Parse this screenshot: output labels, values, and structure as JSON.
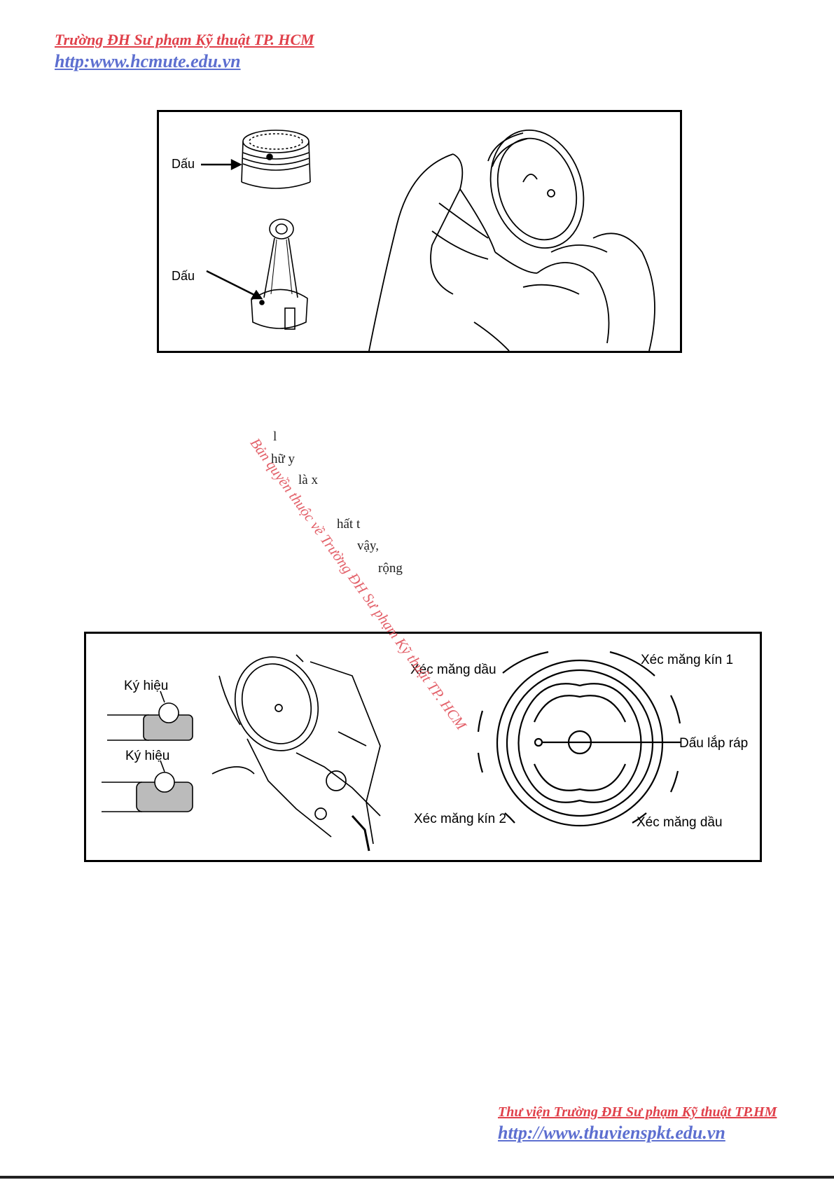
{
  "header": {
    "school": "Trường ĐH Sư phạm Kỹ thuật TP. HCM",
    "url": "http:www.hcmute.edu.vn"
  },
  "figure1": {
    "label_piston": "Dấu",
    "label_rod": "Dấu"
  },
  "body_fragments": [
    "l",
    "hữ y",
    "là x",
    "hất t",
    "vậy,",
    "rộng"
  ],
  "watermark": "Bản quyền thuộc về Trường ĐH Sư phạm Kỹ thuật TP. HCM",
  "figure2": {
    "symbol_top": "Ký hiệu",
    "symbol_bottom": "Ký hiệu",
    "oil_ring_top": "Xéc măng dầu",
    "compression_ring_1": "Xéc măng kín 1",
    "assembly_mark": "Dấu lắp ráp",
    "compression_ring_2": "Xéc măng kín 2",
    "oil_ring_bottom": "Xéc măng dầu"
  },
  "footer": {
    "library": "Thư viện Trường ĐH Sư phạm Kỹ thuật TP.HM",
    "url": "http://www.thuvienspkt.edu.vn"
  }
}
